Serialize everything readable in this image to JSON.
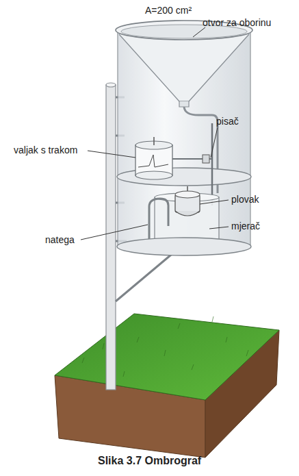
{
  "diagram": {
    "caption": "Slika 3.7 Ombrograf",
    "labels": [
      "A=200 cm²",
      "otvor za oborinu",
      "pisač",
      "valjak s trakom",
      "plovak",
      "mjerač",
      "natega"
    ]
  }
}
